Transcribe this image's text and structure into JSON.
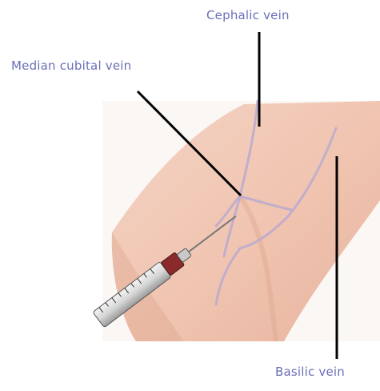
{
  "labels": {
    "cephalic": "Cephalic vein",
    "median_cubital": "Median cubital vein",
    "basilic": "Basilic vein"
  },
  "colors": {
    "label_text": "#6a6fb8",
    "leader_line": "#000000",
    "skin": "#f1c5b2",
    "skin_shadow": "#dda48c",
    "vein": "#b9aad0"
  }
}
